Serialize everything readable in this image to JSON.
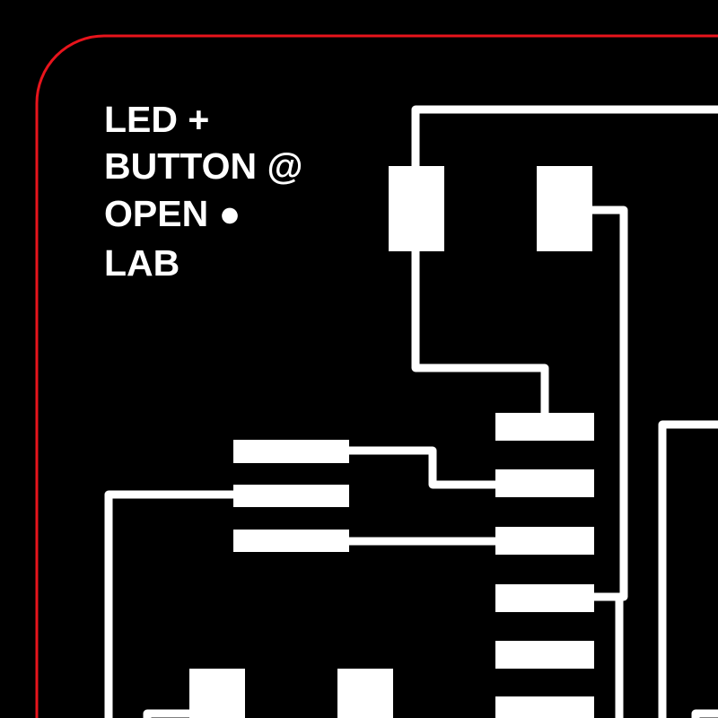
{
  "board": {
    "background": "#000000",
    "outline_color": "#e8141c",
    "trace_color": "#ffffff"
  },
  "title": {
    "lines": [
      "LED +",
      "BUTTON @",
      "OPEN ●",
      "LAB"
    ]
  }
}
